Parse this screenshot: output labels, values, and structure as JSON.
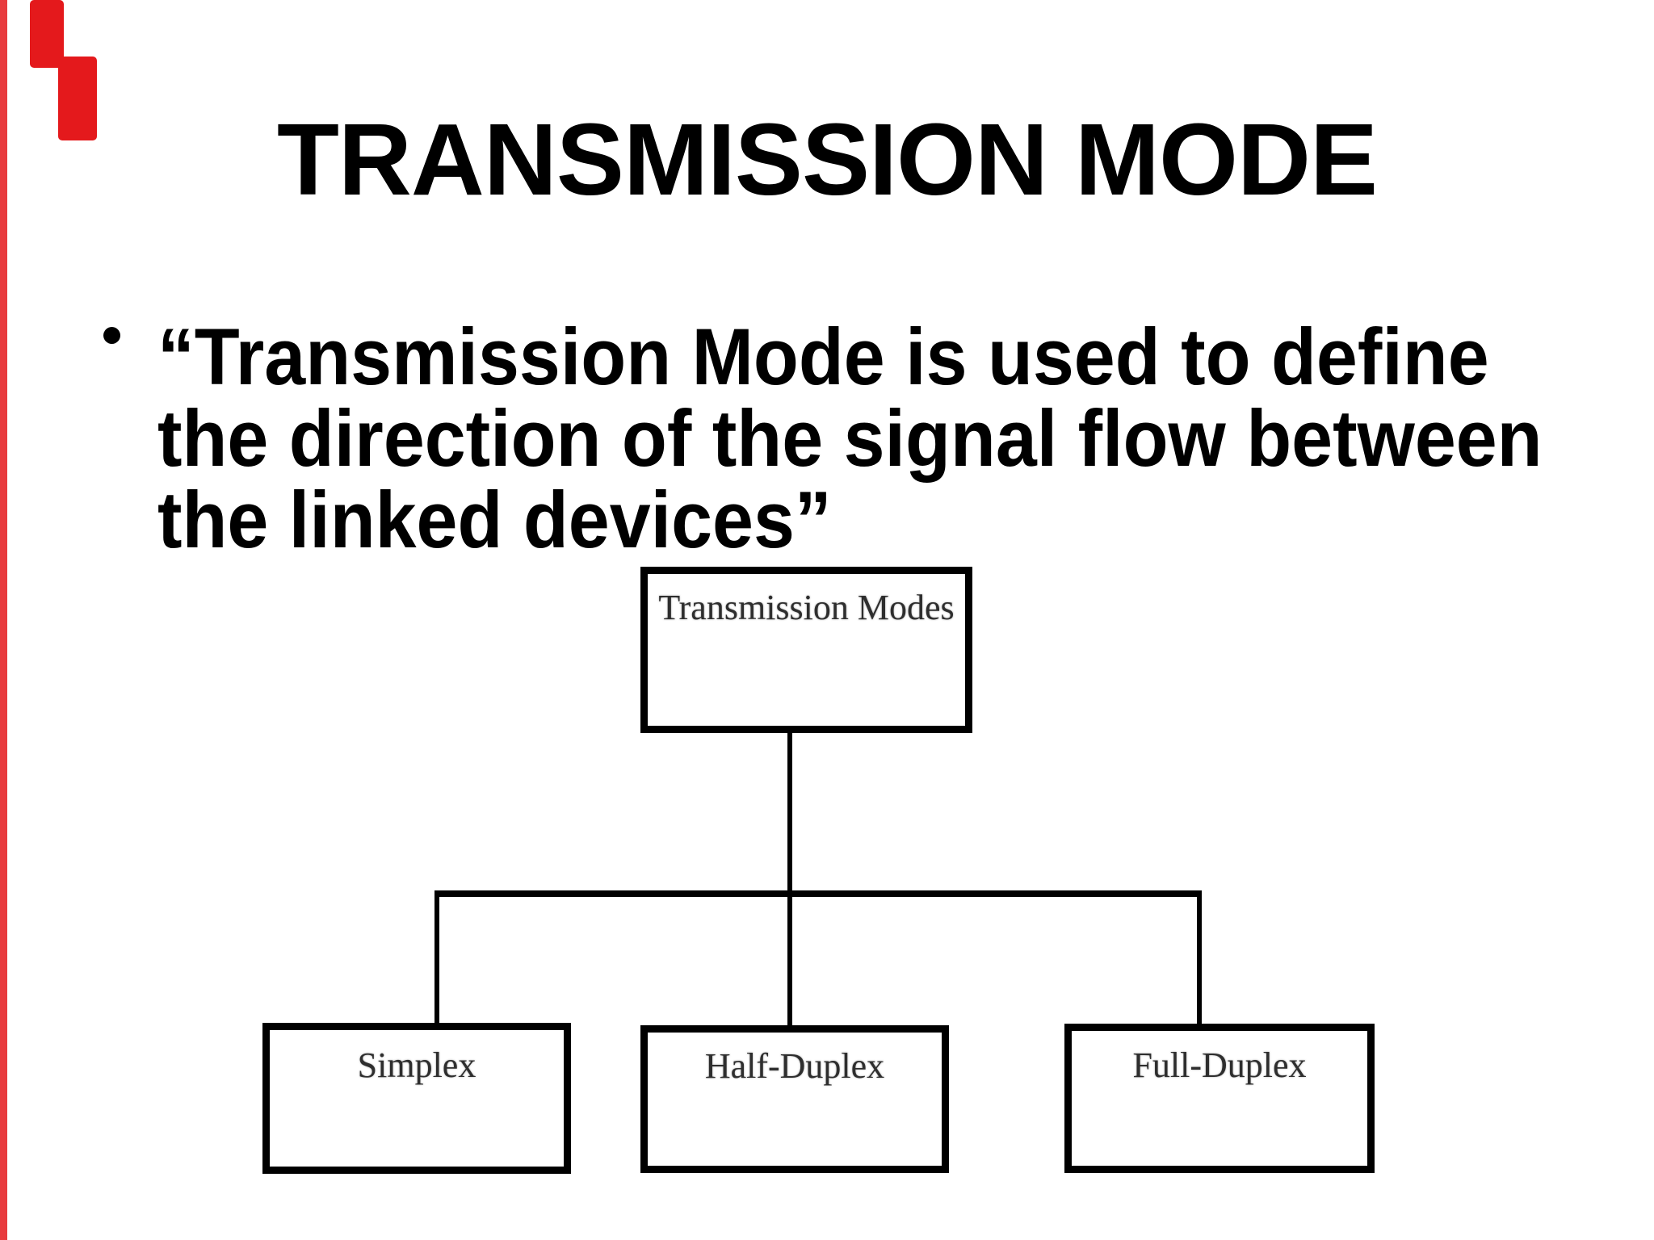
{
  "slide": {
    "title": "TRANSMISSION MODE",
    "bullet_lines": [
      "“Transmission Mode is used to define",
      "the direction of the signal flow between",
      "the linked devices”"
    ]
  },
  "diagram": {
    "root_label": "Transmission Modes",
    "children": [
      "Simplex",
      "Half-Duplex",
      "Full-Duplex"
    ]
  },
  "colors": {
    "background": "#ffffff",
    "text": "#000000",
    "diagram_line": "#000000",
    "diagram_label": "#2e2e2e",
    "red_artifact": "#e4191c"
  }
}
